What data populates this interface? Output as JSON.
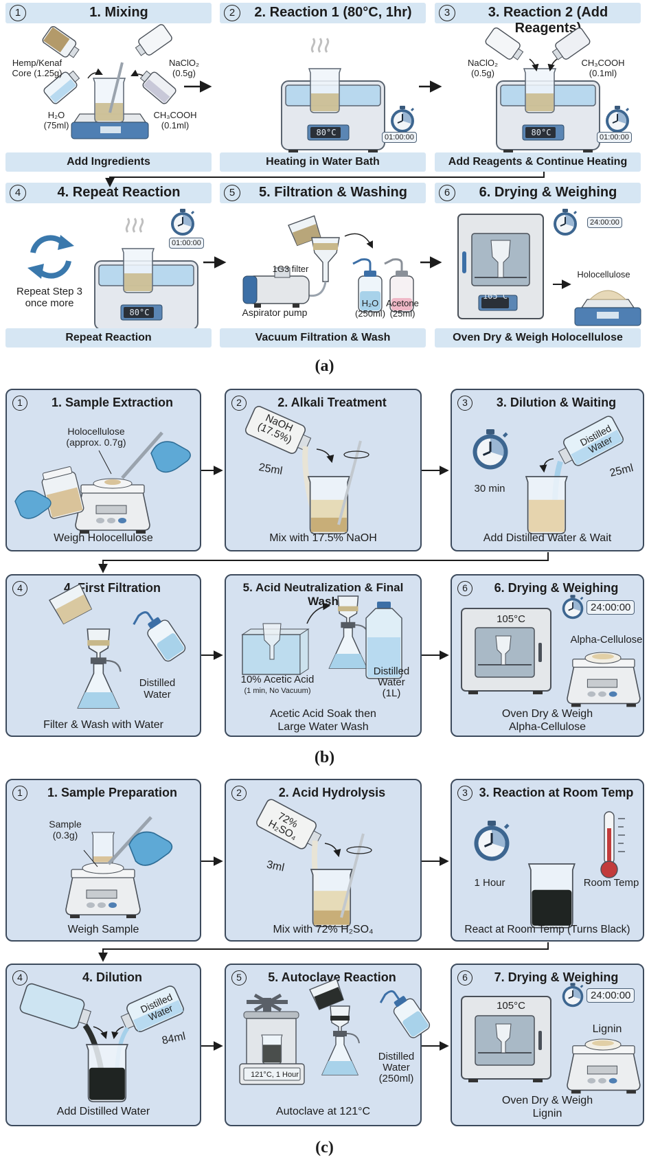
{
  "figure": {
    "labels": {
      "a": "(a)",
      "b": "(b)",
      "c": "(c)"
    }
  },
  "panel_a": {
    "steps": [
      {
        "num": "1",
        "title": "1. Mixing",
        "caption": "Add Ingredients",
        "labels": {
          "hemp": "Hemp/Kenaf\nCore (1.25g)",
          "naclo2": "NaClO₂\n(0.5g)",
          "h2o": "H₂O\n(75ml)",
          "acetic": "CH₃COOH\n(0.1ml)"
        }
      },
      {
        "num": "2",
        "title": "2. Reaction 1 (80°C, 1hr)",
        "caption": "Heating in Water Bath",
        "display": "80°C",
        "timer": "01:00:00"
      },
      {
        "num": "3",
        "title": "3. Reaction 2 (Add Reagents)",
        "caption": "Add Reagents & Continue Heating",
        "labels": {
          "naclo2": "NaClO₂\n(0.5g)",
          "acetic": "CH₃COOH\n(0.1ml)"
        },
        "display": "80°C",
        "timer": "01:00:00"
      },
      {
        "num": "4",
        "title": "4. Repeat Reaction",
        "caption": "Repeat Reaction",
        "labels": {
          "repeat": "Repeat Step 3\nonce more"
        },
        "display": "80°C",
        "timer": "01:00:00"
      },
      {
        "num": "5",
        "title": "5. Filtration & Washing",
        "caption": "Vacuum Filtration & Wash",
        "labels": {
          "filter": "1G3 filter",
          "pump": "Aspirator pump",
          "h2o": "H₂O\n(250ml)",
          "acetone": "Acetone\n(25ml)"
        }
      },
      {
        "num": "6",
        "title": "6. Drying & Weighing",
        "caption": "Oven Dry & Weigh Holocellulose",
        "labels": {
          "product": "Holocellulose"
        },
        "display": "105°C",
        "timer": "24:00:00"
      }
    ]
  },
  "panel_b": {
    "steps": [
      {
        "num": "1",
        "title": "1. Sample Extraction",
        "caption": "Weigh Holocellulose",
        "labels": {
          "sample": "Holocellulose\n(approx. 0.7g)"
        }
      },
      {
        "num": "2",
        "title": "2. Alkali Treatment",
        "caption": "Mix with 17.5% NaOH",
        "labels": {
          "bottle": "NaOH\n(17.5%)",
          "volume": "25ml"
        }
      },
      {
        "num": "3",
        "title": "3. Dilution & Waiting",
        "caption": "Add Distilled Water & Wait",
        "labels": {
          "time": "30 min",
          "bottle": "Distilled\nWater",
          "volume": "25ml"
        }
      },
      {
        "num": "4",
        "title": "4. First Filtration",
        "caption": "Filter & Wash with Water",
        "labels": {
          "water": "Distilled\nWater"
        }
      },
      {
        "num": "",
        "title": "5. Acid Neutralization & Final Wash",
        "caption": "Acetic Acid Soak then\nLarge Water Wash",
        "labels": {
          "acid": "10% Acetic Acid",
          "acid_note": "(1 min, No Vacuum)",
          "water": "Distilled\nWater\n(1L)"
        }
      },
      {
        "num": "6",
        "title": "6. Drying & Weighing",
        "caption": "Oven Dry & Weigh\nAlpha-Cellulose",
        "labels": {
          "oven_temp": "105°C",
          "product": "Alpha-Cellulose"
        },
        "timer": "24:00:00"
      }
    ]
  },
  "panel_c": {
    "steps": [
      {
        "num": "1",
        "title": "1. Sample Preparation",
        "caption": "Weigh Sample",
        "labels": {
          "sample": "Sample\n(0.3g)"
        }
      },
      {
        "num": "2",
        "title": "2. Acid Hydrolysis",
        "caption": "Mix with 72% H₂SO₄",
        "labels": {
          "bottle": "72%\nH₂SO₄",
          "volume": "3ml"
        }
      },
      {
        "num": "3",
        "title": "3. Reaction at Room Temp",
        "caption": "React at Room Temp (Turns Black)",
        "labels": {
          "time": "1 Hour",
          "temp": "Room Temp"
        }
      },
      {
        "num": "4",
        "title": "4. Dilution",
        "caption": "Add Distilled Water",
        "labels": {
          "bottle": "Distilled\nWater",
          "volume": "84ml"
        }
      },
      {
        "num": "5",
        "title": "5. Autoclave Reaction",
        "caption": "Autoclave at 121°C",
        "labels": {
          "autoclave": "121°C, 1 Hour",
          "water": "Distilled\nWater\n(250ml)"
        }
      },
      {
        "num": "6",
        "title": "7. Drying & Weighing",
        "caption": "Oven Dry & Weigh\nLignin",
        "labels": {
          "oven_temp": "105°C",
          "product": "Lignin"
        },
        "timer": "24:00:00"
      }
    ]
  }
}
